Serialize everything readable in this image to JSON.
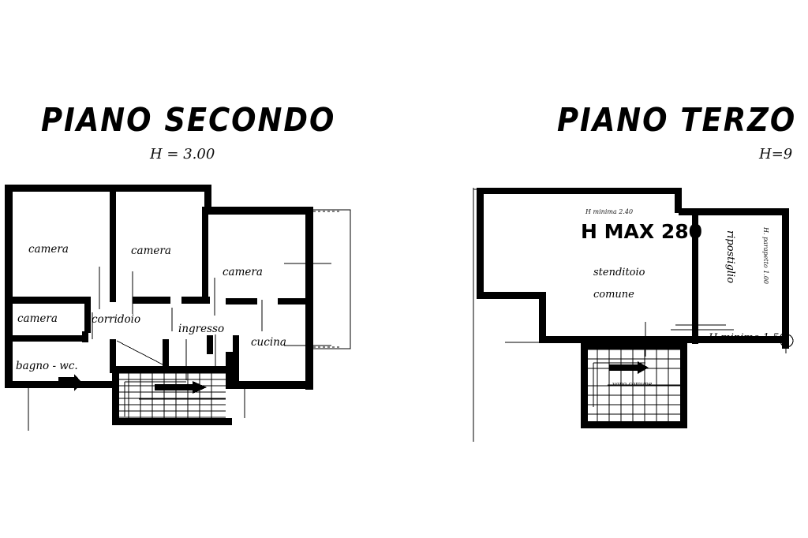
{
  "document": {
    "type": "architectural-floor-plan",
    "sheet_background": "#ffffff",
    "ink_color": "#000000",
    "hand_lettered": true,
    "language": "it"
  },
  "plans": [
    {
      "id": "piano-secondo",
      "title": "PIANO SECONDO",
      "subtitle": "H = 3.00",
      "rooms": [
        {
          "key": "camera-1",
          "label": "camera"
        },
        {
          "key": "camera-2",
          "label": "camera"
        },
        {
          "key": "camera-3",
          "label": "camera"
        },
        {
          "key": "camera-4",
          "label": "camera"
        },
        {
          "key": "corridoio",
          "label": "corridoio"
        },
        {
          "key": "ingresso",
          "label": "ingresso"
        },
        {
          "key": "cucina",
          "label": "cucina"
        },
        {
          "key": "bagno-wc",
          "label": "bagno - wc."
        }
      ],
      "features": [
        "staircase-with-up-arrow",
        "balcony-right",
        "window-openings",
        "door-swings"
      ]
    },
    {
      "id": "piano-terzo",
      "title": "PIANO TERZO",
      "subtitle": "H=9",
      "rooms": [
        {
          "key": "stenditoio",
          "label": "stenditoio"
        },
        {
          "key": "comune",
          "label": "comune"
        },
        {
          "key": "ripostiglio",
          "label": "ripostiglio"
        },
        {
          "key": "vano-comune",
          "label": "vano comune"
        }
      ],
      "annotations": [
        {
          "key": "h-minima",
          "label": "H minima 2.40"
        },
        {
          "key": "h-max",
          "label": "H MAX 280"
        },
        {
          "key": "h-parapetto",
          "label": "H. parapetto 1.00"
        },
        {
          "key": "h-minimo",
          "label": "H minimo 1.50"
        }
      ],
      "features": [
        "staircase-with-up-arrow",
        "window-openings",
        "dimension-lines"
      ]
    }
  ]
}
